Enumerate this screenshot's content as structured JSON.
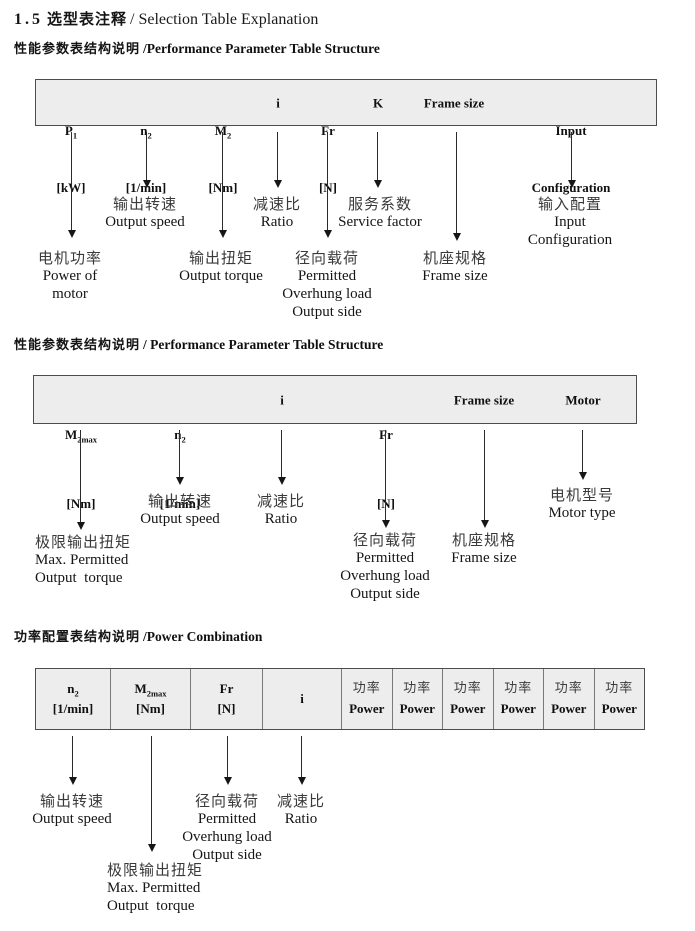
{
  "title": {
    "num": "1.5",
    "zh": "选型表注释",
    "en": "/ Selection Table Explanation"
  },
  "sections": {
    "s1": {
      "heading_zh": "性能参数表结构说明",
      "heading_en": "/Performance Parameter Table Structure",
      "table": {
        "columns": [
          {
            "l1": "P",
            "sub": "1",
            "l2": "[kW]"
          },
          {
            "l1": "n",
            "sub": "2",
            "l2": "[1/min]"
          },
          {
            "l1": "M",
            "sub": "2",
            "l2": "[Nm]"
          },
          {
            "l1": "i"
          },
          {
            "l1": "Fr",
            "l2": "[N]"
          },
          {
            "l1": "K"
          },
          {
            "l1": "Frame size"
          },
          {
            "l1": "Input",
            "l2": "Configuration"
          }
        ]
      },
      "callouts": {
        "output_speed": [
          "输出转速",
          "Output speed"
        ],
        "ratio": [
          "减速比",
          "Ratio"
        ],
        "service_factor": [
          "服务系数",
          "Service factor"
        ],
        "input_configuration": [
          "输入配置",
          "Input",
          "Configuration"
        ],
        "power_of_motor": [
          "电机功率",
          "Power of",
          "motor"
        ],
        "output_torque": [
          "输出扭矩",
          "Output torque"
        ],
        "overhung_load": [
          "径向载荷",
          "Permitted",
          "Overhung load",
          "Output side"
        ],
        "frame_size": [
          "机座规格",
          "Frame size"
        ]
      }
    },
    "s2": {
      "heading_zh": "性能参数表结构说明",
      "heading_en": "/ Performance Parameter Table Structure",
      "table": {
        "columns": [
          {
            "l1": "M",
            "sub": "2max",
            "l2": "[Nm]"
          },
          {
            "l1": "n",
            "sub": "2",
            "l2": "[1/min]"
          },
          {
            "l1": "i"
          },
          {
            "l1": "Fr",
            "l2": "[N]"
          },
          {
            "l1": "Frame size"
          },
          {
            "l1": "Motor"
          }
        ]
      },
      "callouts": {
        "max_output_torque": [
          "极限输出扭矩",
          "Max. Permitted",
          "Output  torque"
        ],
        "output_speed": [
          "输出转速",
          "Output speed"
        ],
        "ratio": [
          "减速比",
          "Ratio"
        ],
        "overhung_load": [
          "径向载荷",
          "Permitted",
          "Overhung load",
          "Output side"
        ],
        "frame_size": [
          "机座规格",
          "Frame size"
        ],
        "motor_type": [
          "电机型号",
          "Motor type"
        ]
      }
    },
    "s3": {
      "heading_zh": "功率配置表结构说明",
      "heading_en": "/Power Combination",
      "table": {
        "columns": [
          {
            "l1": "n",
            "sub": "2",
            "l2": "[1/min]"
          },
          {
            "l1": "M",
            "sub": "2max",
            "l2": "[Nm]"
          },
          {
            "l1": "Fr",
            "l2": "[N]"
          },
          {
            "l1": "i"
          },
          {
            "l1": "功率",
            "l2": "Power"
          },
          {
            "l1": "功率",
            "l2": "Power"
          },
          {
            "l1": "功率",
            "l2": "Power"
          },
          {
            "l1": "功率",
            "l2": "Power"
          },
          {
            "l1": "功率",
            "l2": "Power"
          },
          {
            "l1": "功率",
            "l2": "Power"
          }
        ]
      },
      "callouts": {
        "output_speed": [
          "输出转速",
          "Output speed"
        ],
        "max_output_torque": [
          "极限输出扭矩",
          "Max. Permitted",
          "Output  torque"
        ],
        "overhung_load": [
          "径向载荷",
          "Permitted",
          "Overhung load",
          "Output side"
        ],
        "ratio": [
          "减速比",
          "Ratio"
        ]
      }
    }
  }
}
